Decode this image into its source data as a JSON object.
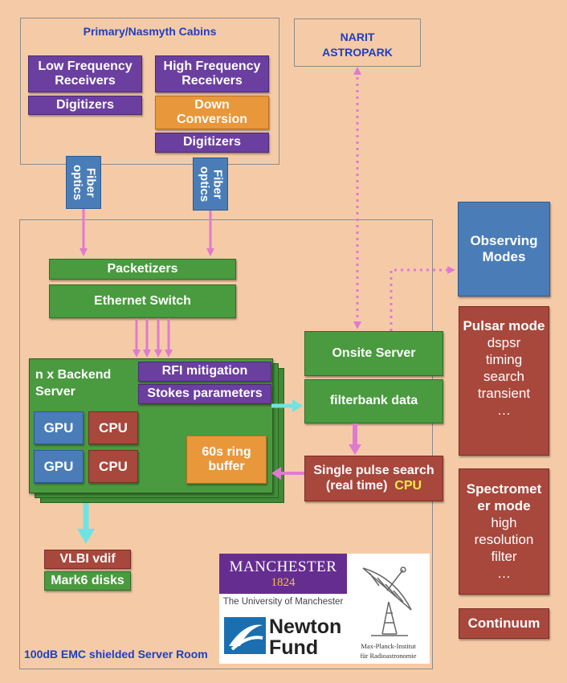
{
  "cabins": {
    "title": "Primary/Nasmyth Cabins",
    "low_freq": "Low Frequency Receivers",
    "digitizers_left": "Digitizers",
    "high_freq": "High Frequency Receivers",
    "down_conversion": "Down Conversion",
    "digitizers_right": "Digitizers"
  },
  "fiber": {
    "left": "Fiber optics",
    "right": "Fiber optics"
  },
  "narit": {
    "line1": "NARIT",
    "line2": "ASTROPARK"
  },
  "server_room": {
    "title": "100dB EMC shielded Server Room",
    "packetizers": "Packetizers",
    "ethernet_switch": "Ethernet Switch",
    "backend": "n x Backend Server",
    "rfi": "RFI mitigation",
    "stokes": "Stokes parameters",
    "gpu1": "GPU",
    "cpu1": "CPU",
    "gpu2": "GPU",
    "cpu2": "CPU",
    "ring_buffer": "60s ring buffer",
    "onsite_server": "Onsite Server",
    "filterbank": "filterbank data",
    "single_pulse_line1": "Single pulse search",
    "single_pulse_line2": "(real time)",
    "single_pulse_cpu": "CPU",
    "vlbi": "VLBI vdif",
    "mark6": "Mark6 disks"
  },
  "modes": {
    "observing": "Observing Modes",
    "pulsar_title": "Pulsar mode",
    "pulsar_items": [
      "dspsr",
      "timing",
      "search",
      "transient",
      "…"
    ],
    "spectrometer_title": "Spectromet er mode",
    "spectrometer_items": [
      "high",
      "resolution",
      "filter",
      "…"
    ],
    "continuum": "Continuum"
  },
  "logos": {
    "manchester": "MANCHESTER",
    "manchester_year": "1824",
    "manchester_sub": "The University of Manchester",
    "newton": "Newton",
    "fund": "Fund",
    "mpi_line1": "Max-Planck-Institut",
    "mpi_line2": "für Radioastronomie"
  },
  "colors": {
    "background": "#F5CBA7",
    "purple": "#6B3FA0",
    "orange": "#E8973A",
    "green": "#4A9A3F",
    "blue": "#4A7DB8",
    "red": "#A8473C",
    "pink_arrow": "#E07AD0",
    "cyan_arrow": "#6FE3E3"
  }
}
